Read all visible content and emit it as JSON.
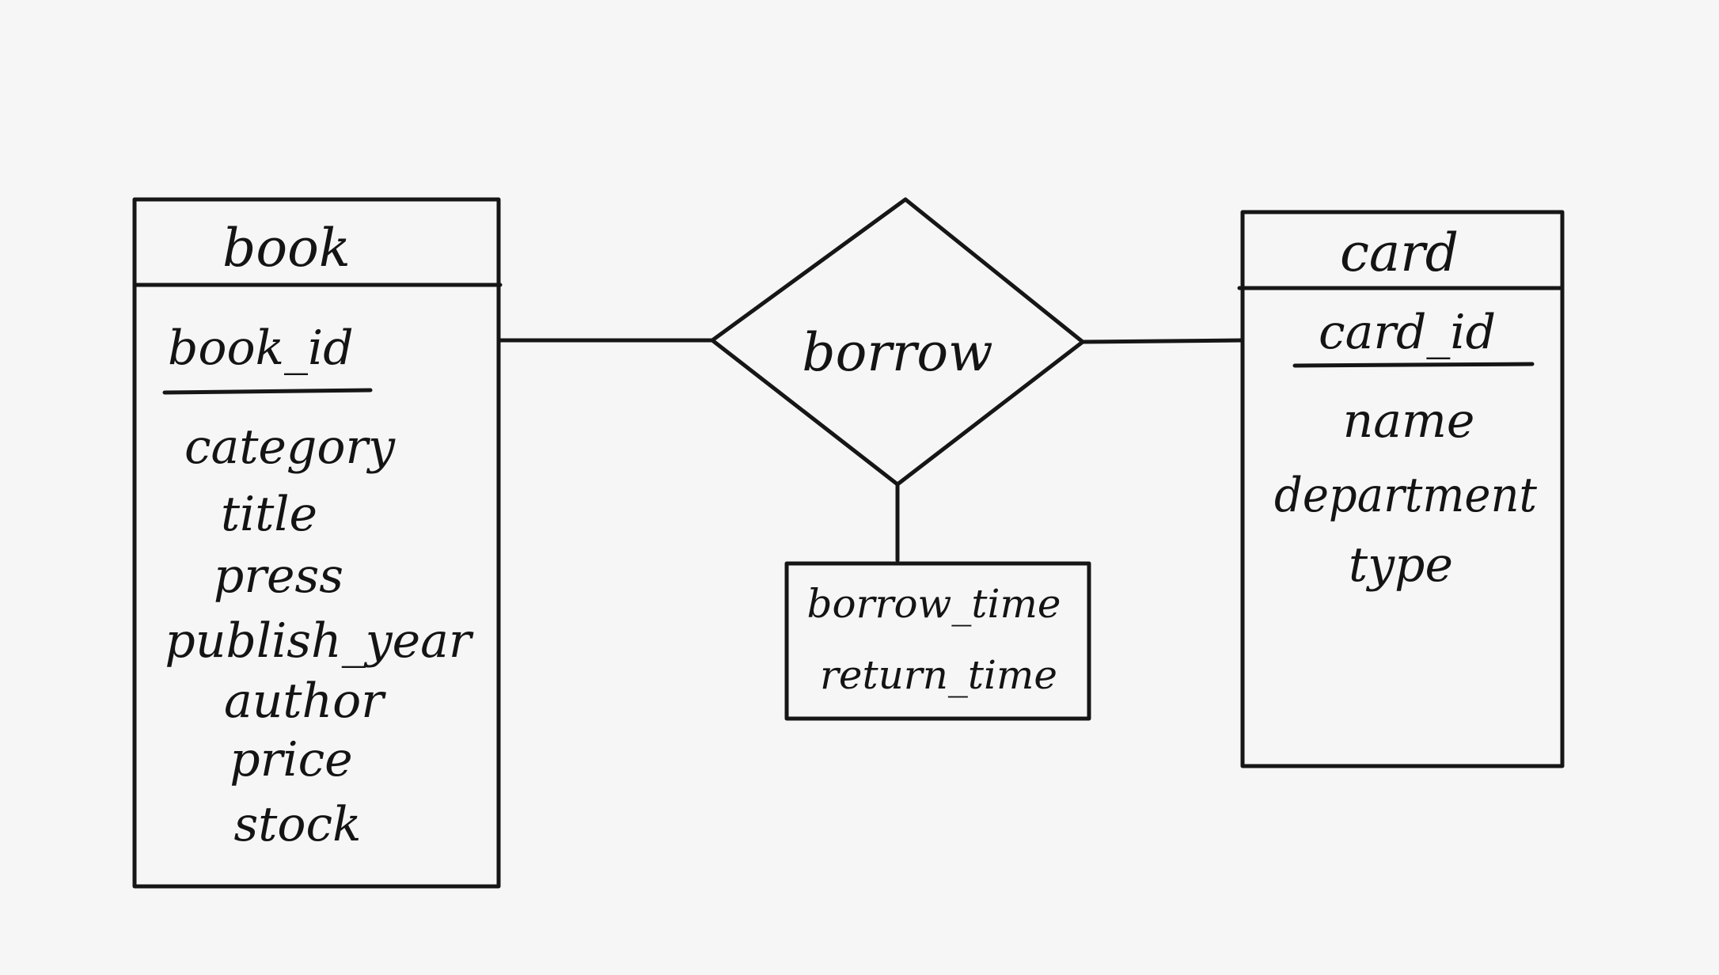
{
  "diagram": {
    "entities": {
      "book": {
        "title": "book",
        "key": "book_id",
        "attributes": [
          "category",
          "title",
          "press",
          "publish_year",
          "author",
          "price",
          "stock"
        ]
      },
      "card": {
        "title": "card",
        "key": "card_id",
        "attributes": [
          "name",
          "department",
          "type"
        ]
      }
    },
    "relationship": {
      "name": "borrow",
      "attributes": [
        "borrow_time",
        "return_time"
      ]
    }
  }
}
